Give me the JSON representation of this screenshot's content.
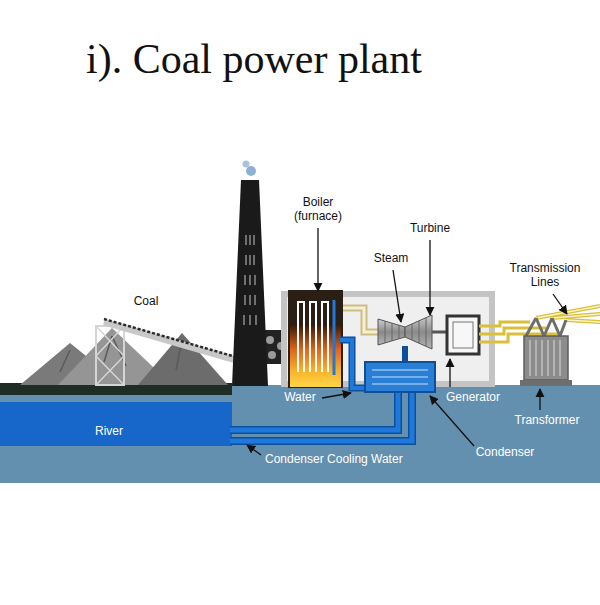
{
  "diagram": {
    "title": "i). Coal power plant",
    "labels": [
      "Coal",
      "Boiler (furnace)",
      "Turbine",
      "Steam",
      "Transmission Lines",
      "Water",
      "Generator",
      "River",
      "Transformer",
      "Condenser Cooling Water",
      "Condenser"
    ]
  }
}
